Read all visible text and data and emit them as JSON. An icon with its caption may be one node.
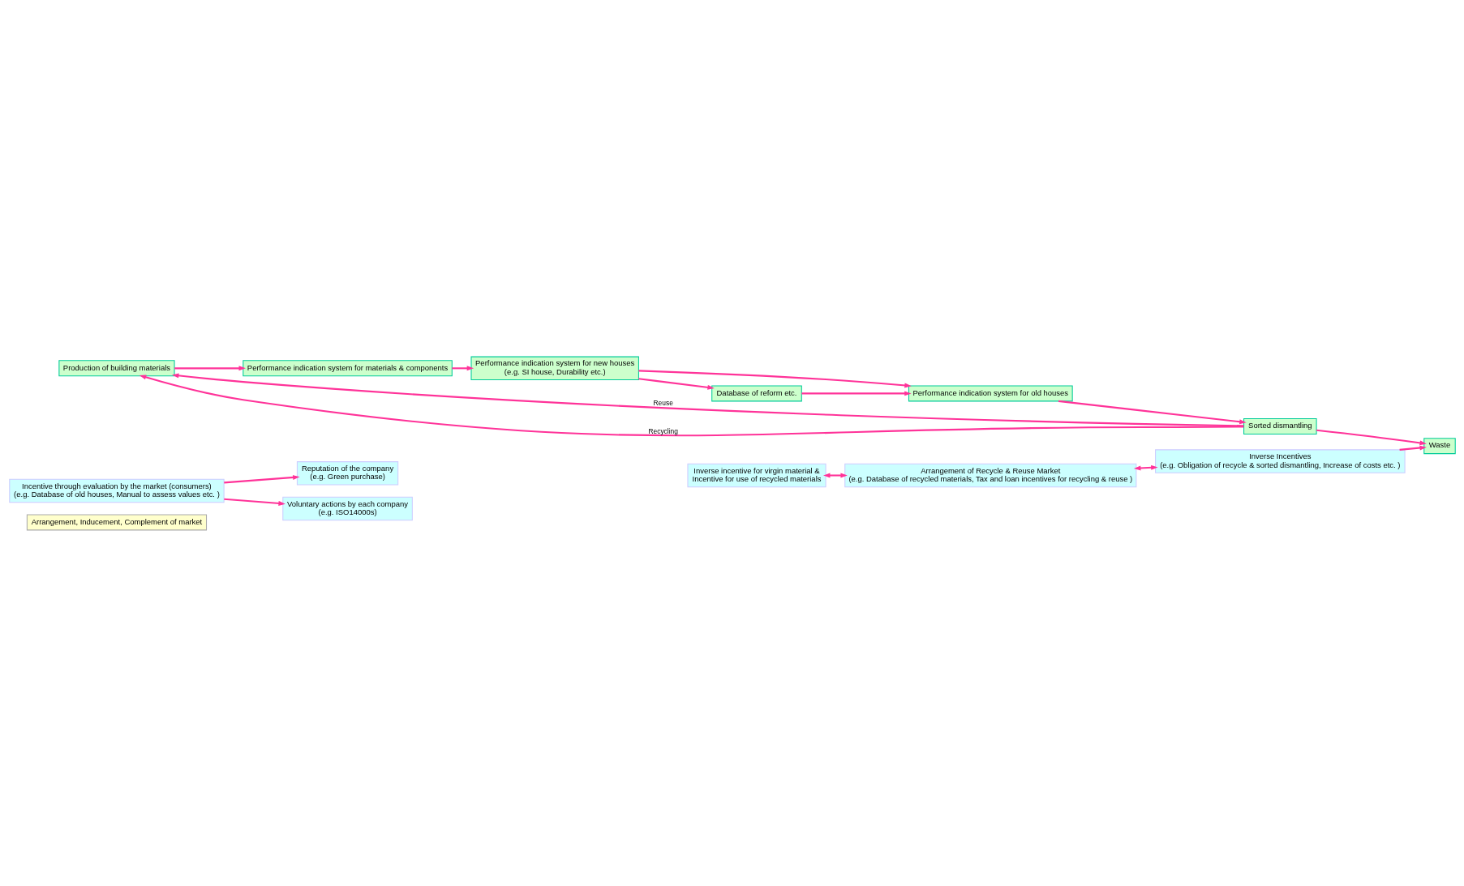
{
  "diagram": {
    "nodes": [
      {
        "text": [
          "Arrangement, Inducement, Complement of market"
        ]
      },
      {
        "text": [
          "Incentive through evaluation by the market (consumers)",
          "(e.g. Database of old houses, Manual to assess values etc. )"
        ]
      },
      {
        "text": [
          "Reputation of the company",
          "(e.g. Green purchase)"
        ]
      },
      {
        "text": [
          "Voluntary actions by each company",
          "(e.g. ISO14000s)"
        ]
      },
      {
        "text": [
          "Production of building materials"
        ]
      },
      {
        "text": [
          "Performance indication system for materials & components"
        ]
      },
      {
        "text": [
          "Performance indication system for new houses",
          "(e.g. SI house, Durability etc.)"
        ]
      },
      {
        "text": [
          "Performance indication system for old houses"
        ]
      },
      {
        "text": [
          "Sorted dismantling"
        ]
      },
      {
        "text": [
          "Database of reform etc."
        ]
      },
      {
        "text": [
          "Waste"
        ]
      },
      {
        "text": [
          "Inverse incentive for virgin material &",
          "Incentive for use of recycled materials"
        ]
      },
      {
        "text": [
          "Arrangement of Recycle & Reuse Market",
          "(e.g. Database of recycled materials, Tax and loan incentives for recycling & reuse )"
        ]
      },
      {
        "text": [
          "Inverse Incentives",
          "(e.g. Obligation of recycle & sorted dismantling, Increase of costs etc. )"
        ]
      }
    ],
    "edges": [
      {
        "from": 1,
        "to": 2,
        "arrow": "to"
      },
      {
        "from": 1,
        "to": 3,
        "arrow": "to"
      },
      {
        "from": 4,
        "to": 5,
        "arrow": "to"
      },
      {
        "from": 5,
        "to": 6,
        "arrow": "to"
      },
      {
        "from": 6,
        "to": 7,
        "arrow": "to"
      },
      {
        "from": 6,
        "to": 9,
        "arrow": "to"
      },
      {
        "from": 9,
        "to": 7,
        "arrow": "to"
      },
      {
        "from": 7,
        "to": 8,
        "arrow": "to"
      },
      {
        "from": 8,
        "to": 10,
        "arrow": "to"
      },
      {
        "from": 8,
        "to": 4,
        "arrow": "to",
        "label": "Reuse"
      },
      {
        "from": 8,
        "to": 4,
        "arrow": "to",
        "label": "Recycling"
      },
      {
        "from": 13,
        "to": 10,
        "arrow": "to"
      },
      {
        "from": 11,
        "to": 12,
        "arrow": "both"
      },
      {
        "from": 12,
        "to": 13,
        "arrow": "both"
      }
    ]
  }
}
